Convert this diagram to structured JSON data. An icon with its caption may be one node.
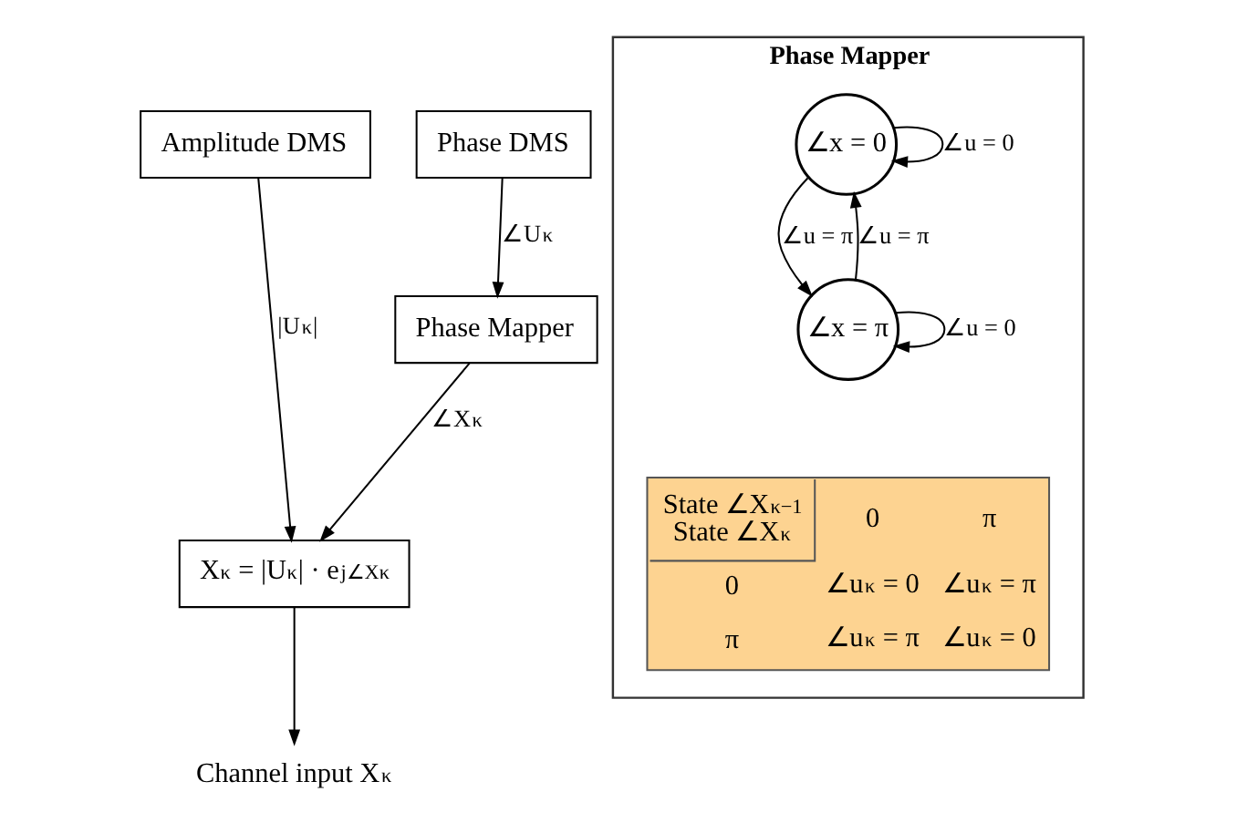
{
  "diagram": {
    "nodes": [
      {
        "text": [
          "Amplitude DMS"
        ]
      },
      {
        "text": [
          "Phase DMS"
        ]
      },
      {
        "text": [
          "Phase Mapper"
        ]
      },
      {
        "text": [
          "X$_{κ}$ = |U$_{κ}$| · e$^{j∠Xκ}$"
        ]
      },
      {
        "text": [
          "Channel input X$_{κ}$"
        ]
      },
      {
        "text": [
          "Phase Mapper"
        ]
      },
      {
        "text": [
          "∠x = 0"
        ],
        "in": 5
      },
      {
        "text": [
          "∠x = π"
        ],
        "in": 5
      },
      {
        "text": [
          "State ∠X$_{κ−1}$",
          "State ∠X$_{κ}$",
          "0",
          "π",
          "0",
          "∠u$_{κ}$ = 0",
          "∠u$_{κ}$ = π",
          "π",
          "∠u$_{κ}$ = π",
          "∠u$_{κ}$ = 0"
        ],
        "in": 5
      }
    ],
    "edges": [
      {
        "from": 0,
        "to": 3,
        "arrow": "to",
        "label": "|U$_{κ}$|"
      },
      {
        "from": 1,
        "to": 2,
        "arrow": "to",
        "label": "∠U$_{κ}$"
      },
      {
        "from": 2,
        "to": 3,
        "arrow": "to",
        "label": "∠X$_{κ}$"
      },
      {
        "from": 3,
        "to": 4,
        "arrow": "to"
      },
      {
        "from": 6,
        "to": 6,
        "arrow": "to",
        "label": "∠u = 0"
      },
      {
        "from": 6,
        "to": 7,
        "arrow": "to",
        "label": "∠u = π"
      },
      {
        "from": 7,
        "to": 6,
        "arrow": "to",
        "label": "∠u = π"
      },
      {
        "from": 7,
        "to": 7,
        "arrow": "to",
        "label": "∠u = 0"
      }
    ]
  }
}
